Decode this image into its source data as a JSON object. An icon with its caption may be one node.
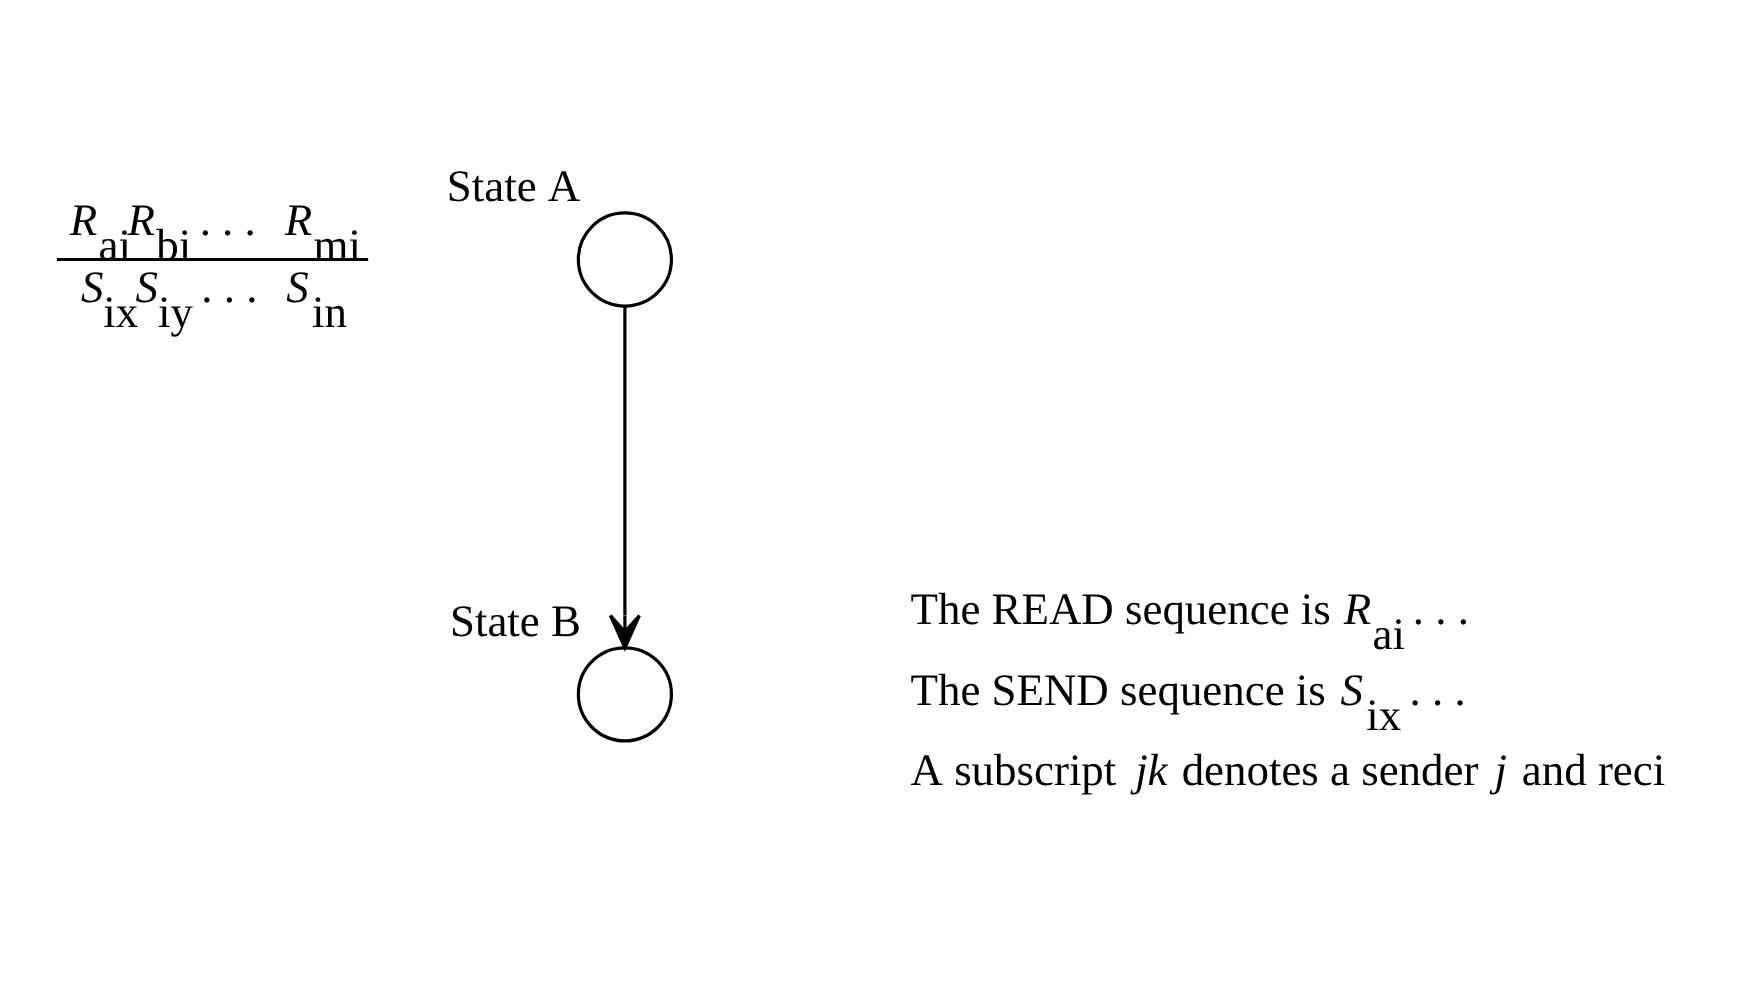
{
  "diagram": {
    "nodes": [
      {
        "text": [
          "State A"
        ]
      },
      {
        "text": [
          "State B"
        ]
      }
    ],
    "edges": [
      {
        "from": 0,
        "to": 1,
        "arrow": "to"
      }
    ],
    "labels": [
      "*R*$_{ai}$*R*$_{bi}$ . . . *R*$_{mi}$",
      "*S*$_{ix}$*S*$_{iy}$ . . . *S*$_{in}$",
      "The READ sequence is *R*$_{ai}$ . . .",
      "The SEND sequence is *S*$_{ix}$ . . .",
      "A subscript *jk* denotes a sender *j* and reci"
    ]
  }
}
